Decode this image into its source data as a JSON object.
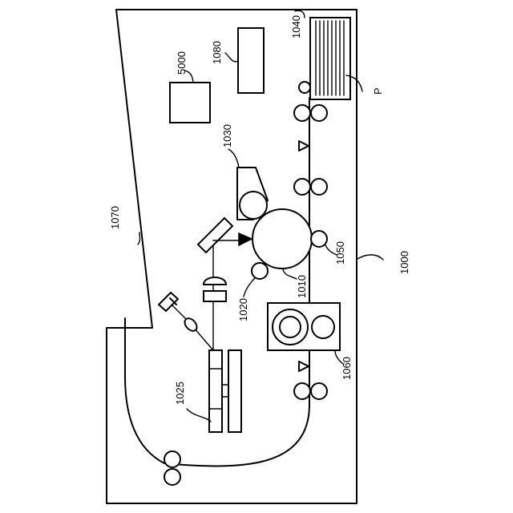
{
  "labels": {
    "apparatus": "1000",
    "photoconductor": "1010",
    "charger": "1020",
    "exposure_unit": "1025",
    "developer": "1030",
    "paper_tray": "1040",
    "transfer_roller": "1050",
    "fixing_unit": "1060",
    "housing_cover": "1070",
    "controller": "1080",
    "external_unit": "5000",
    "paper": "P"
  }
}
